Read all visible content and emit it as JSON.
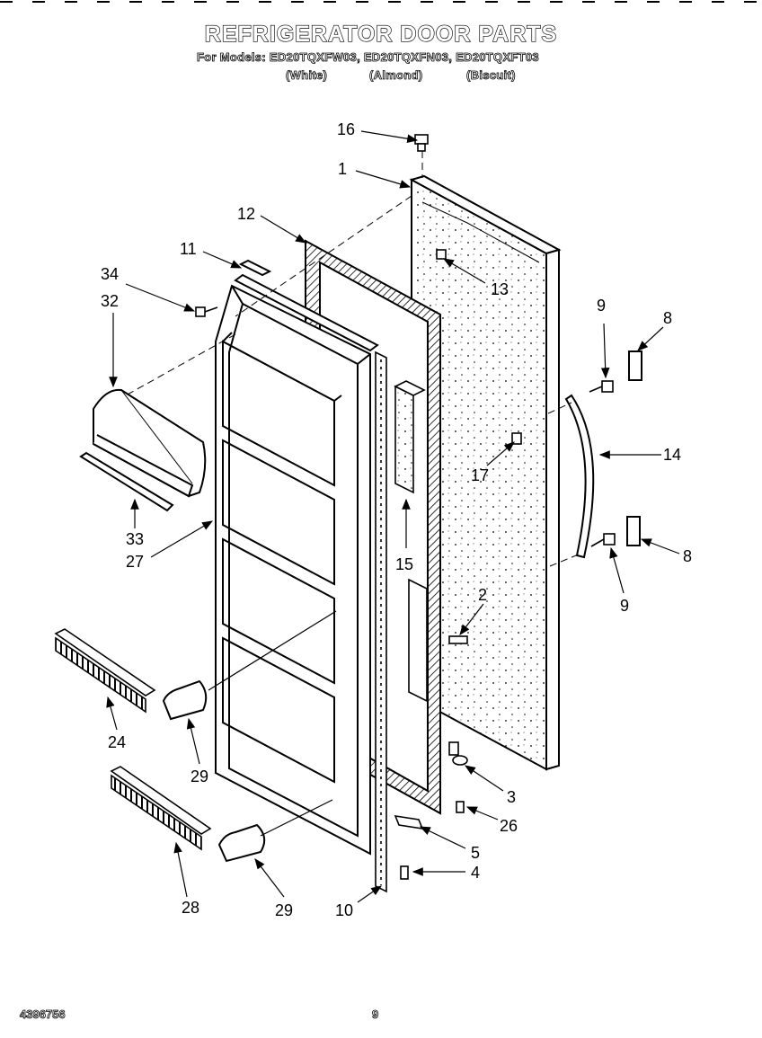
{
  "header": {
    "title": "REFRIGERATOR DOOR PARTS",
    "models_line": "For Models: ED20TQXFW03, ED20TQXFN03, ED20TQXFT03",
    "variants": [
      "(White)",
      "(Almond)",
      "(Biscuit)"
    ]
  },
  "footer": {
    "part_number": "4396756",
    "page_number": "9"
  },
  "callouts": [
    "16",
    "1",
    "12",
    "11",
    "13",
    "34",
    "32",
    "9",
    "8",
    "14",
    "17",
    "33",
    "27",
    "15",
    "8",
    "9",
    "2",
    "24",
    "29",
    "3",
    "26",
    "5",
    "4",
    "28",
    "29",
    "10"
  ]
}
